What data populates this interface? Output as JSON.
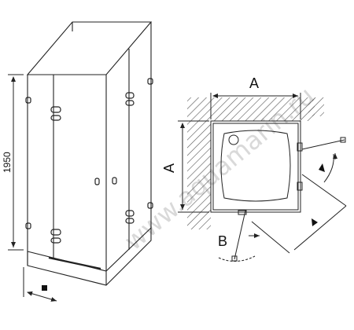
{
  "labels": {
    "height_dimension": "1950",
    "width_label_top": "A",
    "width_label_side": "A",
    "door_label": "B"
  },
  "watermark": {
    "text": "www.aquamarin.ru",
    "visible": true
  },
  "colors": {
    "line": "#222222",
    "hatch": "#555555",
    "watermark": "#d9d9d9"
  }
}
